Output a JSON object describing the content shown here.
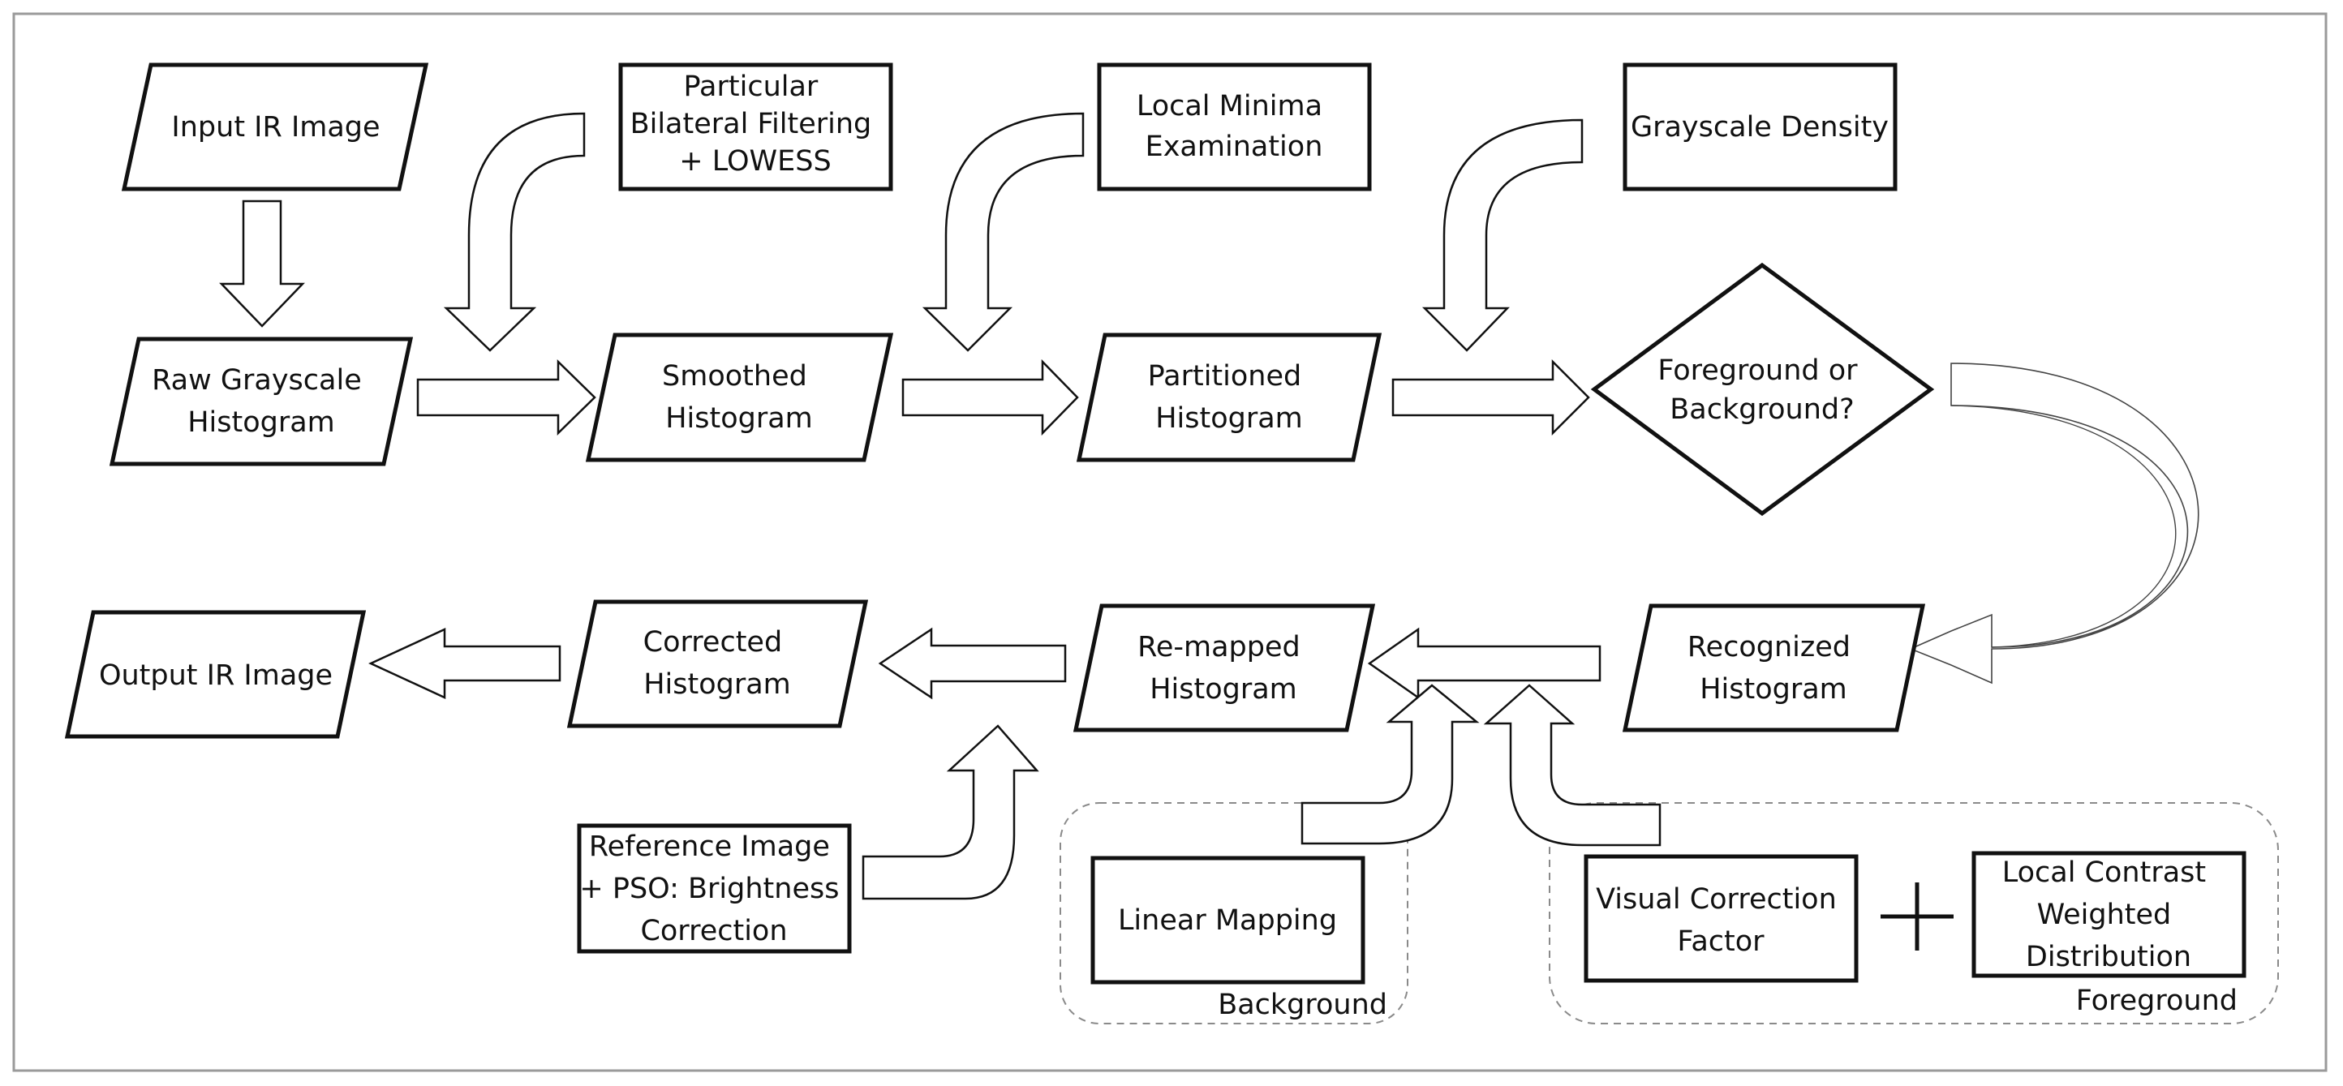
{
  "nodes": {
    "input_ir_image": [
      "Input IR Image"
    ],
    "bilateral_filtering": [
      "Particular",
      "Bilateral Filtering",
      "+ LOWESS"
    ],
    "local_minima": [
      "Local Minima",
      "Examination"
    ],
    "grayscale_density": [
      "Grayscale Density"
    ],
    "raw_histogram": [
      "Raw Grayscale",
      "Histogram"
    ],
    "smoothed_histogram": [
      "Smoothed",
      "Histogram"
    ],
    "partitioned_histogram": [
      "Partitioned",
      "Histogram"
    ],
    "decision": [
      "Foreground or",
      "Background?"
    ],
    "output_ir_image": [
      "Output IR Image"
    ],
    "corrected_histogram": [
      "Corrected",
      "Histogram"
    ],
    "remapped_histogram": [
      "Re-mapped",
      "Histogram"
    ],
    "recognized_histogram": [
      "Recognized",
      "Histogram"
    ],
    "reference_image": [
      "Reference Image",
      "+ PSO: Brightness",
      "Correction"
    ],
    "linear_mapping": [
      "Linear Mapping"
    ],
    "visual_correction": [
      "Visual Correction",
      "Factor"
    ],
    "local_contrast": [
      "Local Contrast",
      "Weighted",
      "Distribution"
    ]
  },
  "groups": {
    "background": "Background",
    "foreground": "Foreground"
  },
  "operators": {
    "plus": "+"
  },
  "colors": {
    "stroke": "#111111",
    "group_border": "#8a8a8a",
    "frame": "#9a9a9a",
    "background": "#ffffff"
  }
}
